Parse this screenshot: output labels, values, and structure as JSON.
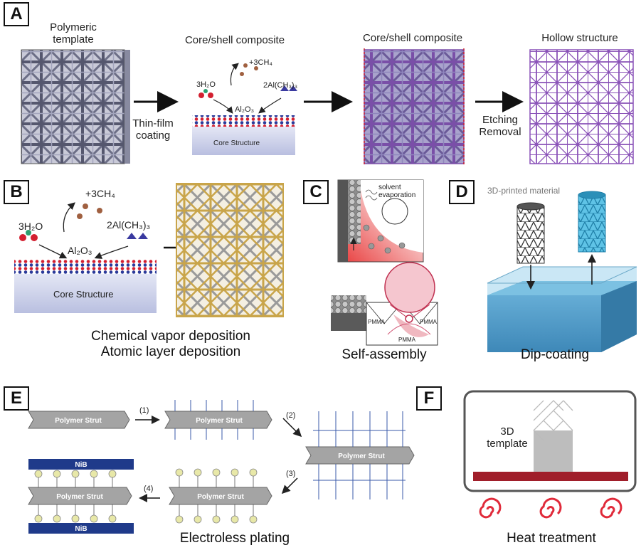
{
  "panels": {
    "a": "A",
    "b": "B",
    "c": "C",
    "d": "D",
    "e": "E",
    "f": "F"
  },
  "panel_a": {
    "template_label_line1": "Polymeric",
    "template_label_line2": "template",
    "composite_label_1": "Core/shell composite",
    "composite_label_2": "Core/shell composite",
    "hollow_label": "Hollow structure",
    "step1_line1": "Thin-film",
    "step1_line2": "coating",
    "step2_line1": "Etching",
    "step2_line2": "Removal",
    "water": "3H₂O",
    "methane": "+3CH₄",
    "tma": "2Al(CH₃)₃",
    "alumina": "Al₂O₃",
    "core": "Core Structure"
  },
  "panel_b": {
    "water": "3H₂O",
    "methane": "+3CH₄",
    "tma": "2Al(CH₃)₃",
    "alumina": "Al₂O₃",
    "core": "Core Structure",
    "caption_line1": "Chemical vapor deposition",
    "caption_line2": "Atomic layer deposition"
  },
  "panel_c": {
    "solvent_line1": "solvent",
    "solvent_line2": "evaporation",
    "pmma_1": "PMMA",
    "pmma_2": "PMMA",
    "pmma_3": "PMMA",
    "caption": "Self-assembly"
  },
  "panel_d": {
    "material_label": "3D-printed material",
    "caption": "Dip-coating"
  },
  "panel_e": {
    "strut_1": "Polymer Strut",
    "strut_2": "Polymer Strut",
    "strut_3": "Polymer Strut",
    "strut_4": "Polymer Strut",
    "strut_5": "Polymer Strut",
    "nib_top": "NiB",
    "nib_bottom": "NiB",
    "step_1": "(1)",
    "step_2": "(2)",
    "step_3": "(3)",
    "step_4": "(4)",
    "caption": "Electroless plating"
  },
  "panel_f": {
    "template_line1": "3D",
    "template_line2": "template",
    "caption": "Heat treatment"
  },
  "colors": {
    "lattice_gray": "#8d8fa8",
    "lattice_purple": "#7a4fa8",
    "gold": "#c9a54a",
    "water_blue": "#4f9cc9",
    "heater_red": "#a01e2a",
    "coil_red": "#e02a3a"
  }
}
